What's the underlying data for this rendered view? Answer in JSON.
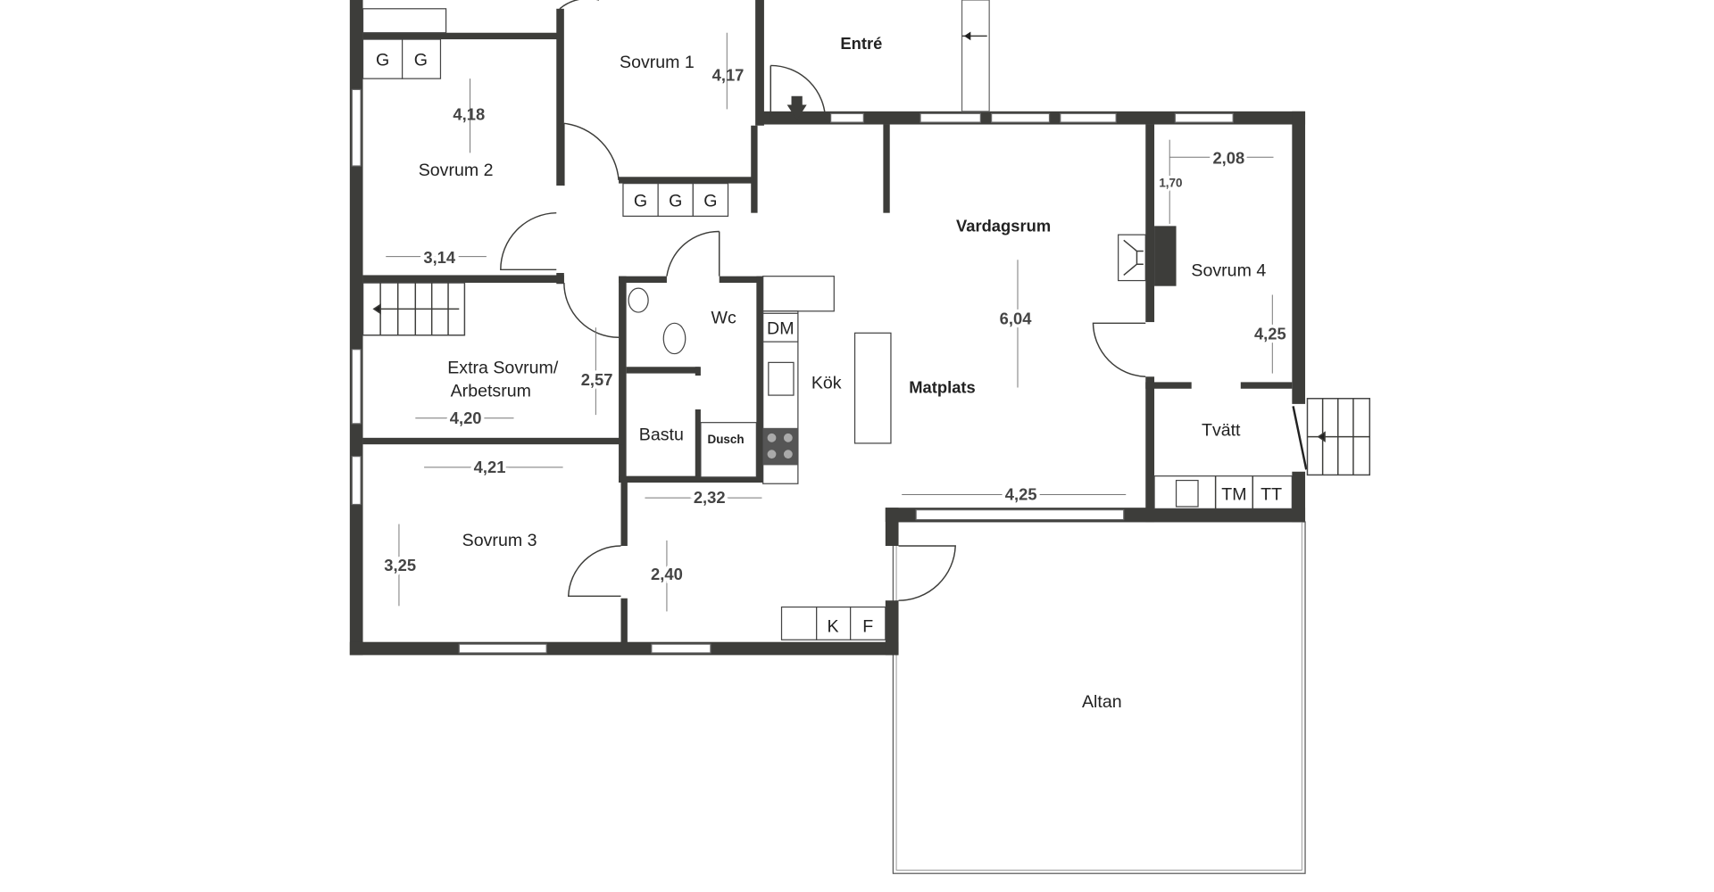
{
  "rooms": {
    "entre": "Entré",
    "sovrum1": "Sovrum 1",
    "sovrum2": "Sovrum 2",
    "sovrum3": "Sovrum 3",
    "sovrum4": "Sovrum 4",
    "extra1": "Extra Sovrum/",
    "extra2": "Arbetsrum",
    "vardagsrum": "Vardagsrum",
    "matplats": "Matplats",
    "kok": "Kök",
    "wc": "Wc",
    "bastu": "Bastu",
    "dusch": "Dusch",
    "tvatt": "Tvätt",
    "altan": "Altan"
  },
  "fixtures": {
    "g": "G",
    "dm": "DM",
    "k": "K",
    "f": "F",
    "tm": "TM",
    "tt": "TT"
  },
  "dimensions": {
    "sovrum1_h": "4,17",
    "sovrum2_h": "4,18",
    "sovrum2_w": "3,14",
    "extra_h": "2,57",
    "extra_w": "4,20",
    "sovrum3_w": "4,21",
    "sovrum3_h": "3,25",
    "hall_w": "2,32",
    "hall_h": "2,40",
    "vardagsrum_h": "6,04",
    "vardagsrum_w": "4,25",
    "sovrum4_w": "2,08",
    "sovrum4_nook": "1,70",
    "sovrum4_h": "4,25"
  }
}
